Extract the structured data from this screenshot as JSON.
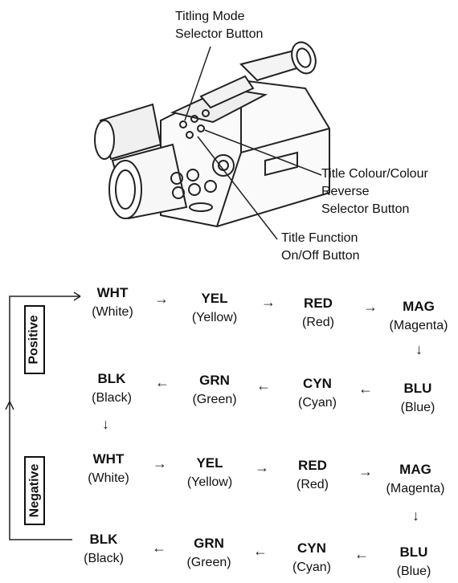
{
  "camera_labels": {
    "titling_mode_line1": "Titling Mode",
    "titling_mode_line2": "Selector Button",
    "colour_line1": "Title Colour/Colour",
    "colour_line2": "Reverse",
    "colour_line3": "Selector Button",
    "function_line1": "Title Function",
    "function_line2": "On/Off Button"
  },
  "groups": {
    "positive": "Positive",
    "negative": "Negative"
  },
  "rows": [
    {
      "items": [
        {
          "code": "WHT",
          "name": "(White)"
        },
        {
          "code": "YEL",
          "name": "(Yellow)"
        },
        {
          "code": "RED",
          "name": "(Red)"
        },
        {
          "code": "MAG",
          "name": "(Magenta)"
        }
      ]
    },
    {
      "items": [
        {
          "code": "BLK",
          "name": "(Black)"
        },
        {
          "code": "GRN",
          "name": "(Green)"
        },
        {
          "code": "CYN",
          "name": "(Cyan)"
        },
        {
          "code": "BLU",
          "name": "(Blue)"
        }
      ]
    },
    {
      "items": [
        {
          "code": "WHT",
          "name": "(White)"
        },
        {
          "code": "YEL",
          "name": "(Yellow)"
        },
        {
          "code": "RED",
          "name": "(Red)"
        },
        {
          "code": "MAG",
          "name": "(Magenta)"
        }
      ]
    },
    {
      "items": [
        {
          "code": "BLK",
          "name": "(Black)"
        },
        {
          "code": "GRN",
          "name": "(Green)"
        },
        {
          "code": "CYN",
          "name": "(Cyan)"
        },
        {
          "code": "BLU",
          "name": "(Blue)"
        }
      ]
    }
  ],
  "arrows": {
    "right": "→",
    "left": "←",
    "down": "↓"
  }
}
